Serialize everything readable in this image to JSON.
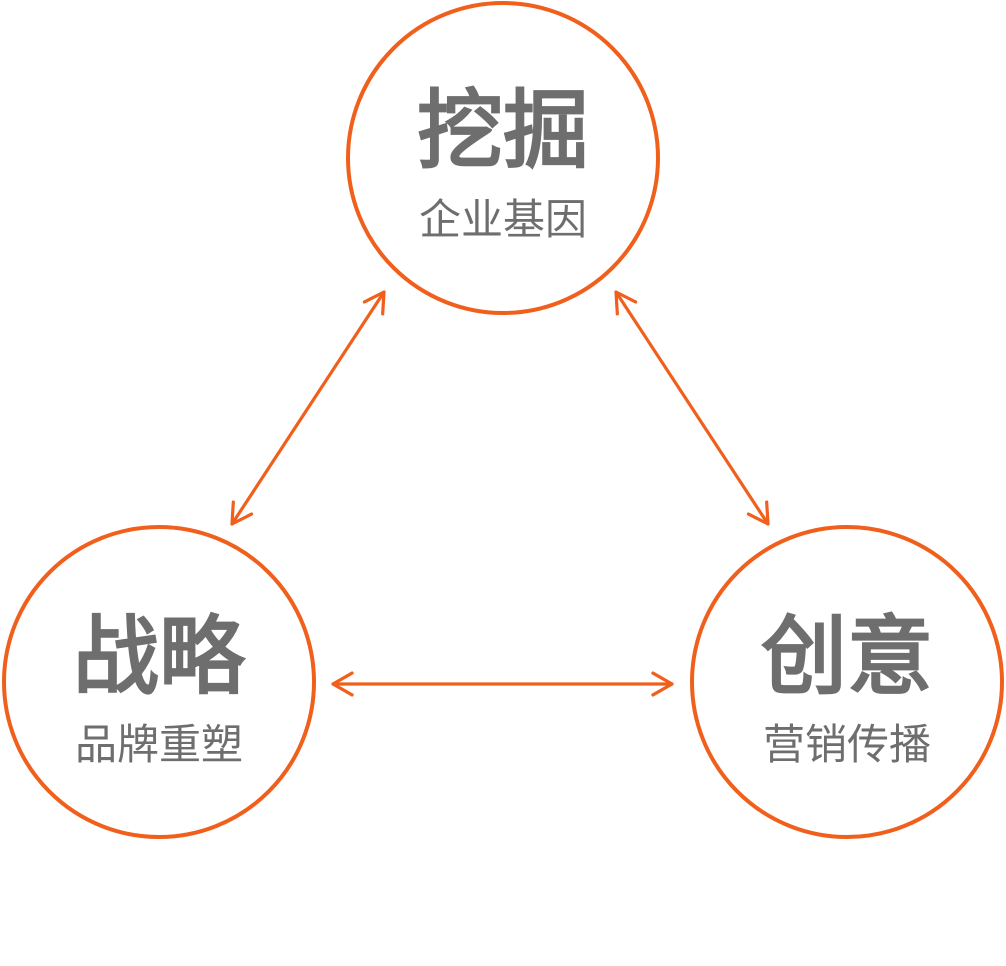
{
  "colors": {
    "accent": "#f0601c",
    "text": "#6e6e6e",
    "background": "#ffffff"
  },
  "nodes": [
    {
      "id": "top",
      "title": "挖掘",
      "subtitle": "企业基因"
    },
    {
      "id": "left",
      "title": "战略",
      "subtitle": "品牌重塑"
    },
    {
      "id": "right",
      "title": "创意",
      "subtitle": "营销传播"
    }
  ],
  "connections": [
    {
      "from": "top",
      "to": "left",
      "direction": "both"
    },
    {
      "from": "top",
      "to": "right",
      "direction": "both"
    },
    {
      "from": "left",
      "to": "right",
      "direction": "both"
    }
  ]
}
